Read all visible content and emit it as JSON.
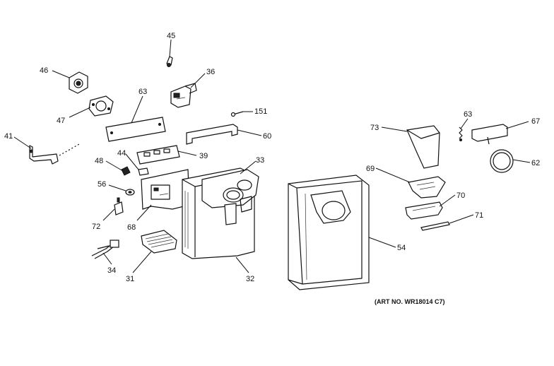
{
  "labels": [
    {
      "id": "45",
      "text": "45"
    },
    {
      "id": "46",
      "text": "46"
    },
    {
      "id": "36",
      "text": "36"
    },
    {
      "id": "63a",
      "text": "63"
    },
    {
      "id": "47",
      "text": "47"
    },
    {
      "id": "151",
      "text": "151"
    },
    {
      "id": "41",
      "text": "41"
    },
    {
      "id": "60",
      "text": "60"
    },
    {
      "id": "44",
      "text": "44"
    },
    {
      "id": "39",
      "text": "39"
    },
    {
      "id": "48",
      "text": "48"
    },
    {
      "id": "33",
      "text": "33"
    },
    {
      "id": "56",
      "text": "56"
    },
    {
      "id": "72",
      "text": "72"
    },
    {
      "id": "68",
      "text": "68"
    },
    {
      "id": "34",
      "text": "34"
    },
    {
      "id": "31",
      "text": "31"
    },
    {
      "id": "32",
      "text": "32"
    },
    {
      "id": "73",
      "text": "73"
    },
    {
      "id": "63b",
      "text": "63"
    },
    {
      "id": "67",
      "text": "67"
    },
    {
      "id": "62",
      "text": "62"
    },
    {
      "id": "69",
      "text": "69"
    },
    {
      "id": "70",
      "text": "70"
    },
    {
      "id": "71",
      "text": "71"
    },
    {
      "id": "54",
      "text": "54"
    }
  ],
  "art_number": "(ART NO. WR18014 C7)"
}
